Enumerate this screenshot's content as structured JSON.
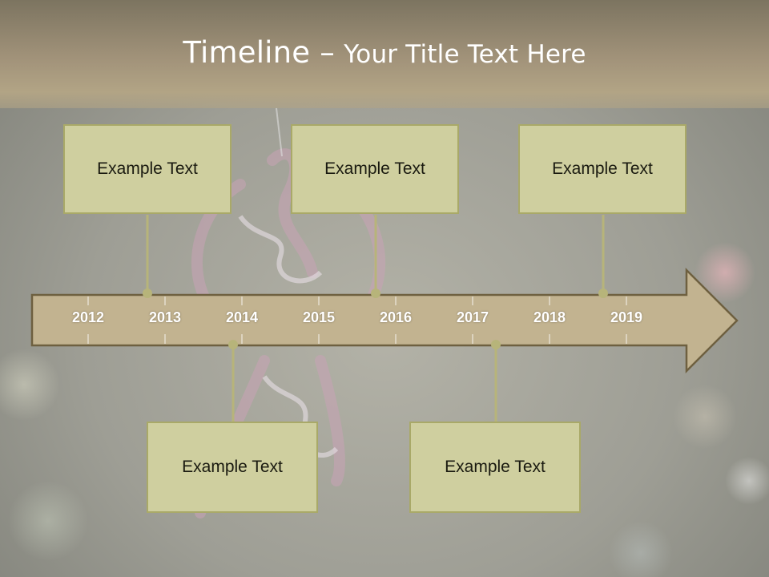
{
  "slide": {
    "title_lead": "Timeline –",
    "title_rest": "Your Title Text Here"
  },
  "timeline": {
    "years": [
      "2012",
      "2013",
      "2014",
      "2015",
      "2016",
      "2017",
      "2018",
      "2019"
    ],
    "events_above": [
      {
        "label": "Example Text"
      },
      {
        "label": "Example Text"
      },
      {
        "label": "Example Text"
      }
    ],
    "events_below": [
      {
        "label": "Example Text"
      },
      {
        "label": "Example Text"
      }
    ]
  },
  "colors": {
    "card_fill": "#cfcf9f",
    "card_border": "#a9a968",
    "arrow_fill": "#c2b390",
    "arrow_border": "#6e6040",
    "header": "#a2937a"
  }
}
